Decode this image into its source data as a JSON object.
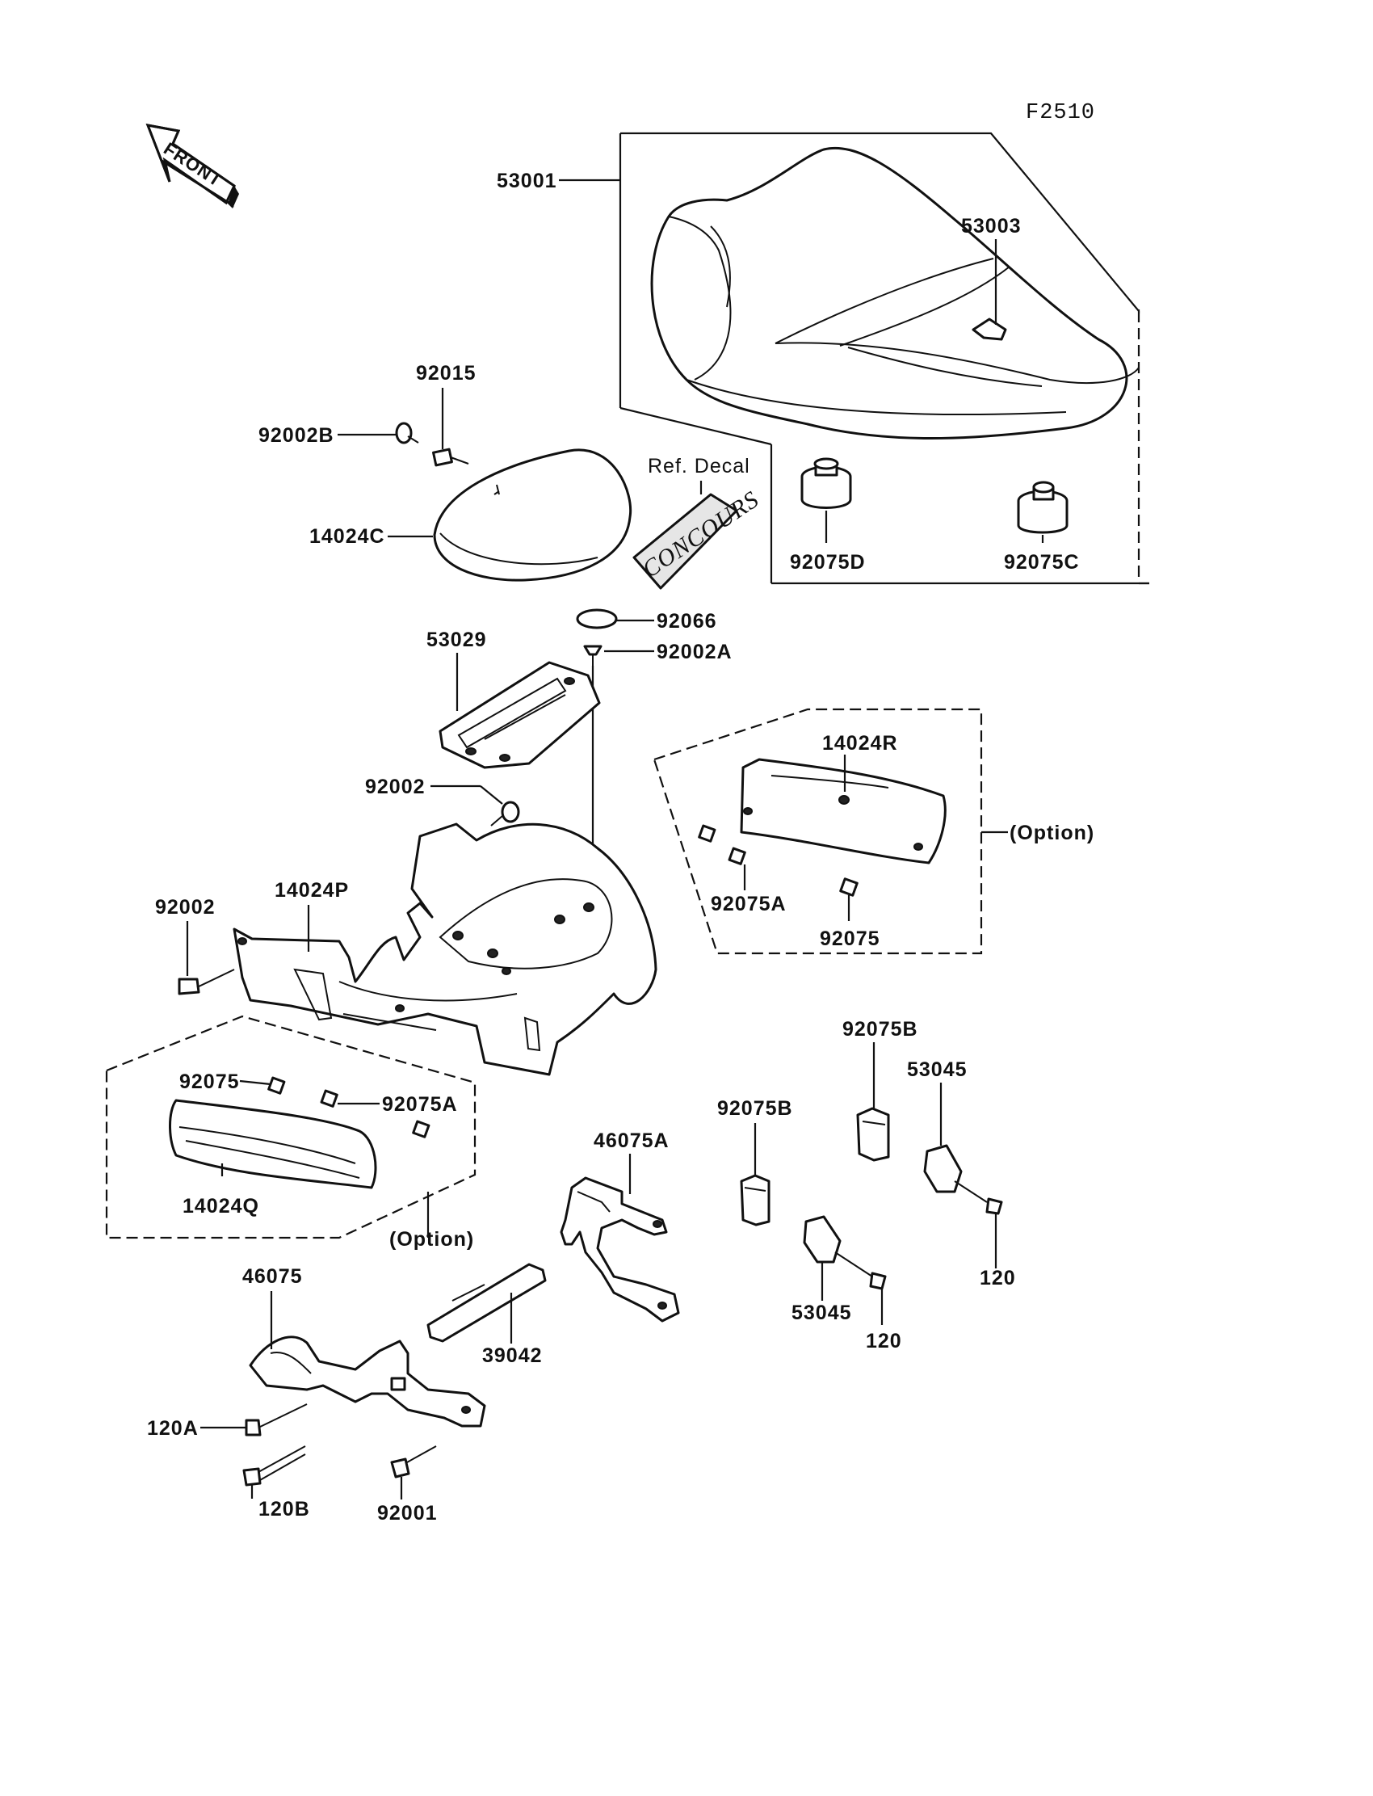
{
  "figure_code": "F2510",
  "front_arrow_text": "FRONT",
  "decal": {
    "ref": "Ref. Decal",
    "logo_text": "CONCOURS"
  },
  "callouts": {
    "p53001": "53001",
    "p53003": "53003",
    "p92015": "92015",
    "p92002B": "92002B",
    "p14024C": "14024C",
    "p92075D": "92075D",
    "p92075C": "92075C",
    "p92066": "92066",
    "p92002A": "92002A",
    "p53029": "53029",
    "p14024R": "14024R",
    "option_r": "(Option)",
    "p92002_mid": "92002",
    "p92002_left": "92002",
    "p14024P": "14024P",
    "p92075A_r": "92075A",
    "p92075_r": "92075",
    "p92075_l": "92075",
    "p92075A_l": "92075A",
    "p14024Q": "14024Q",
    "option_l": "(Option)",
    "p92075B_r": "92075B",
    "p53045_r": "53045",
    "p92075B_l": "92075B",
    "p46075A": "46075A",
    "p120_r": "120",
    "p53045_l": "53045",
    "p120_l": "120",
    "p46075": "46075",
    "p39042": "39042",
    "p120A": "120A",
    "p120B": "120B",
    "p92001": "92001"
  }
}
